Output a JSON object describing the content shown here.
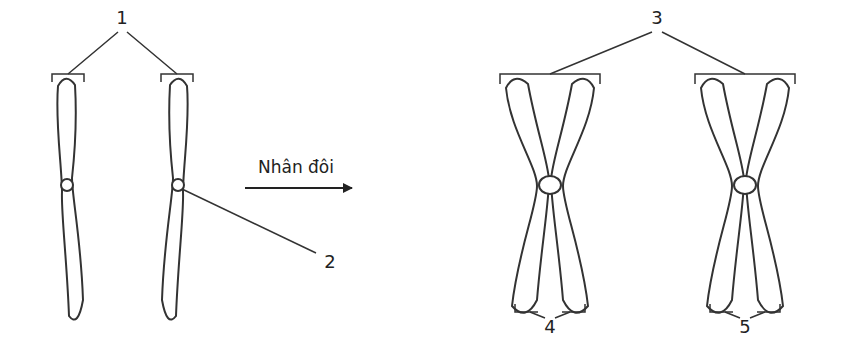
{
  "diagram": {
    "labels": [
      "1",
      "2",
      "Nhân đôi",
      "3",
      "4",
      "5"
    ]
  }
}
